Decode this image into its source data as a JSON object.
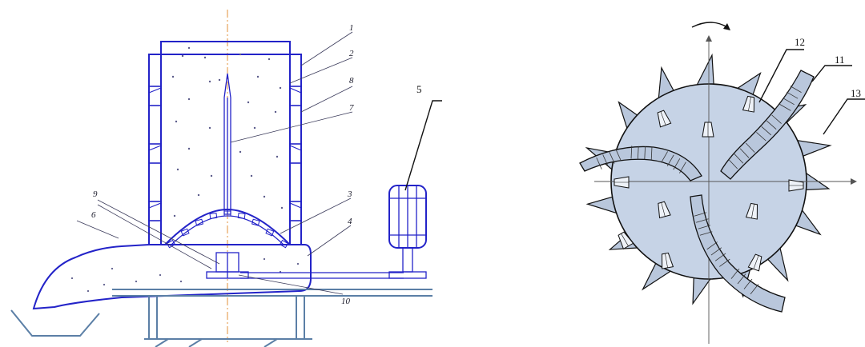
{
  "left_figure": {
    "labels": [
      {
        "id": "1",
        "text": "1"
      },
      {
        "id": "2",
        "text": "2"
      },
      {
        "id": "8",
        "text": "8"
      },
      {
        "id": "7",
        "text": "7"
      },
      {
        "id": "3",
        "text": "3"
      },
      {
        "id": "4",
        "text": "4"
      },
      {
        "id": "5",
        "text": "5"
      },
      {
        "id": "6",
        "text": "6"
      },
      {
        "id": "9",
        "text": "9"
      },
      {
        "id": "10",
        "text": "10"
      }
    ]
  },
  "right_figure": {
    "labels": [
      {
        "id": "12",
        "text": "12"
      },
      {
        "id": "11",
        "text": "11"
      },
      {
        "id": "13",
        "text": "13"
      }
    ]
  },
  "colors": {
    "drawing_line": "#2323c8",
    "frame_line": "#5b7fa6",
    "center_axis": "#e3903a",
    "disc_fill": "#c6d3e6",
    "blade_fill": "#b9c7dc",
    "ink": "#111111"
  }
}
